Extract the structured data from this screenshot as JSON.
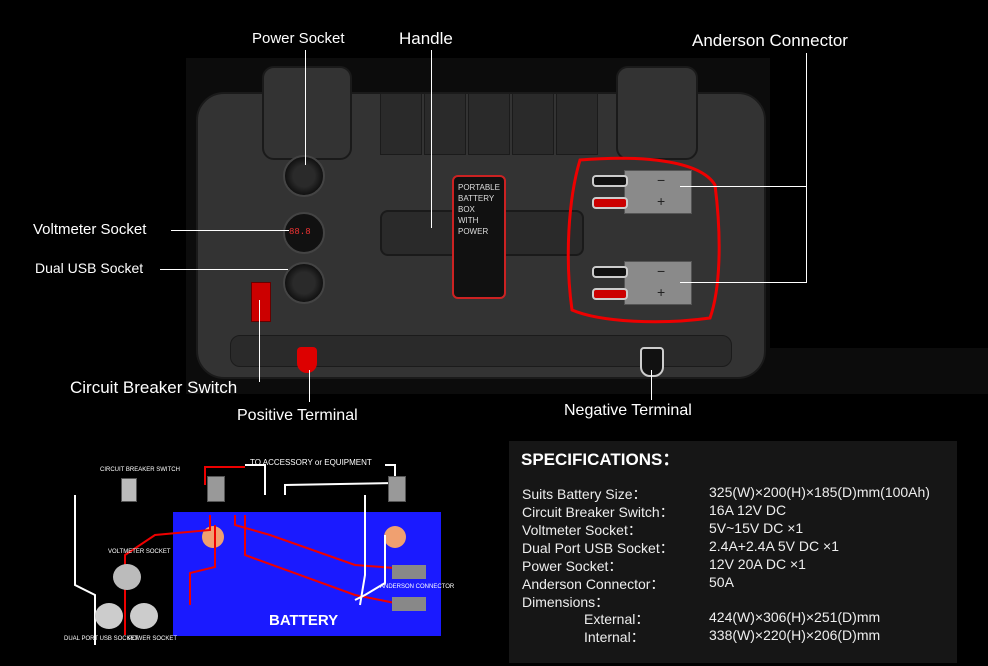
{
  "callouts": {
    "power_socket": "Power Socket",
    "handle": "Handle",
    "anderson_connector": "Anderson Connector",
    "voltmeter_socket": "Voltmeter Socket",
    "dual_usb_socket": "Dual USB Socket",
    "circuit_breaker_switch": "Circuit Breaker Switch",
    "positive_terminal": "Positive Terminal",
    "negative_terminal": "Negative Terminal"
  },
  "box_label": {
    "line1": "PORTABLE",
    "line2": "BATTERY BOX",
    "line3": "WITH POWER"
  },
  "voltmeter_display": "88.8",
  "anderson_symbols": {
    "minus": "−",
    "plus": "+"
  },
  "diagram": {
    "to_accessory": "TO ACCESSORY or EQUIPMENT",
    "circuit_breaker_switch": "CIRCUIT BREAKER SWITCH",
    "voltmeter_socket": "VOLTMETER SOCKET",
    "dual_port_usb_socket": "DUAL PORT USB SOCKET",
    "power_socket": "POWER SOCKET",
    "anderson_connector": "ANDERSON CONNECTOR",
    "battery": "BATTERY"
  },
  "specifications": {
    "title": "SPECIFICATIONS：",
    "rows": [
      {
        "label": "Suits  Battery Size：",
        "value": "325(W)×200(H)×185(D)mm(100Ah)"
      },
      {
        "label": "Circuit Breaker Switch：",
        "value": "16A  12V  DC"
      },
      {
        "label": "Voltmeter Socket：",
        "value": "5V~15V  DC ×1"
      },
      {
        "label": "Dual Port USB Socket：",
        "value": "2.4A+2.4A  5V  DC ×1"
      },
      {
        "label": "Power Socket：",
        "value": "12V 20A DC ×1"
      },
      {
        "label": "Anderson Connector：",
        "value": "50A"
      },
      {
        "label": "Dimensions：",
        "value": ""
      }
    ],
    "external_label": "External：",
    "external_value": "424(W)×306(H)×251(D)mm",
    "internal_label": "Internal：",
    "internal_value": "338(W)×220(H)×206(D)mm"
  }
}
